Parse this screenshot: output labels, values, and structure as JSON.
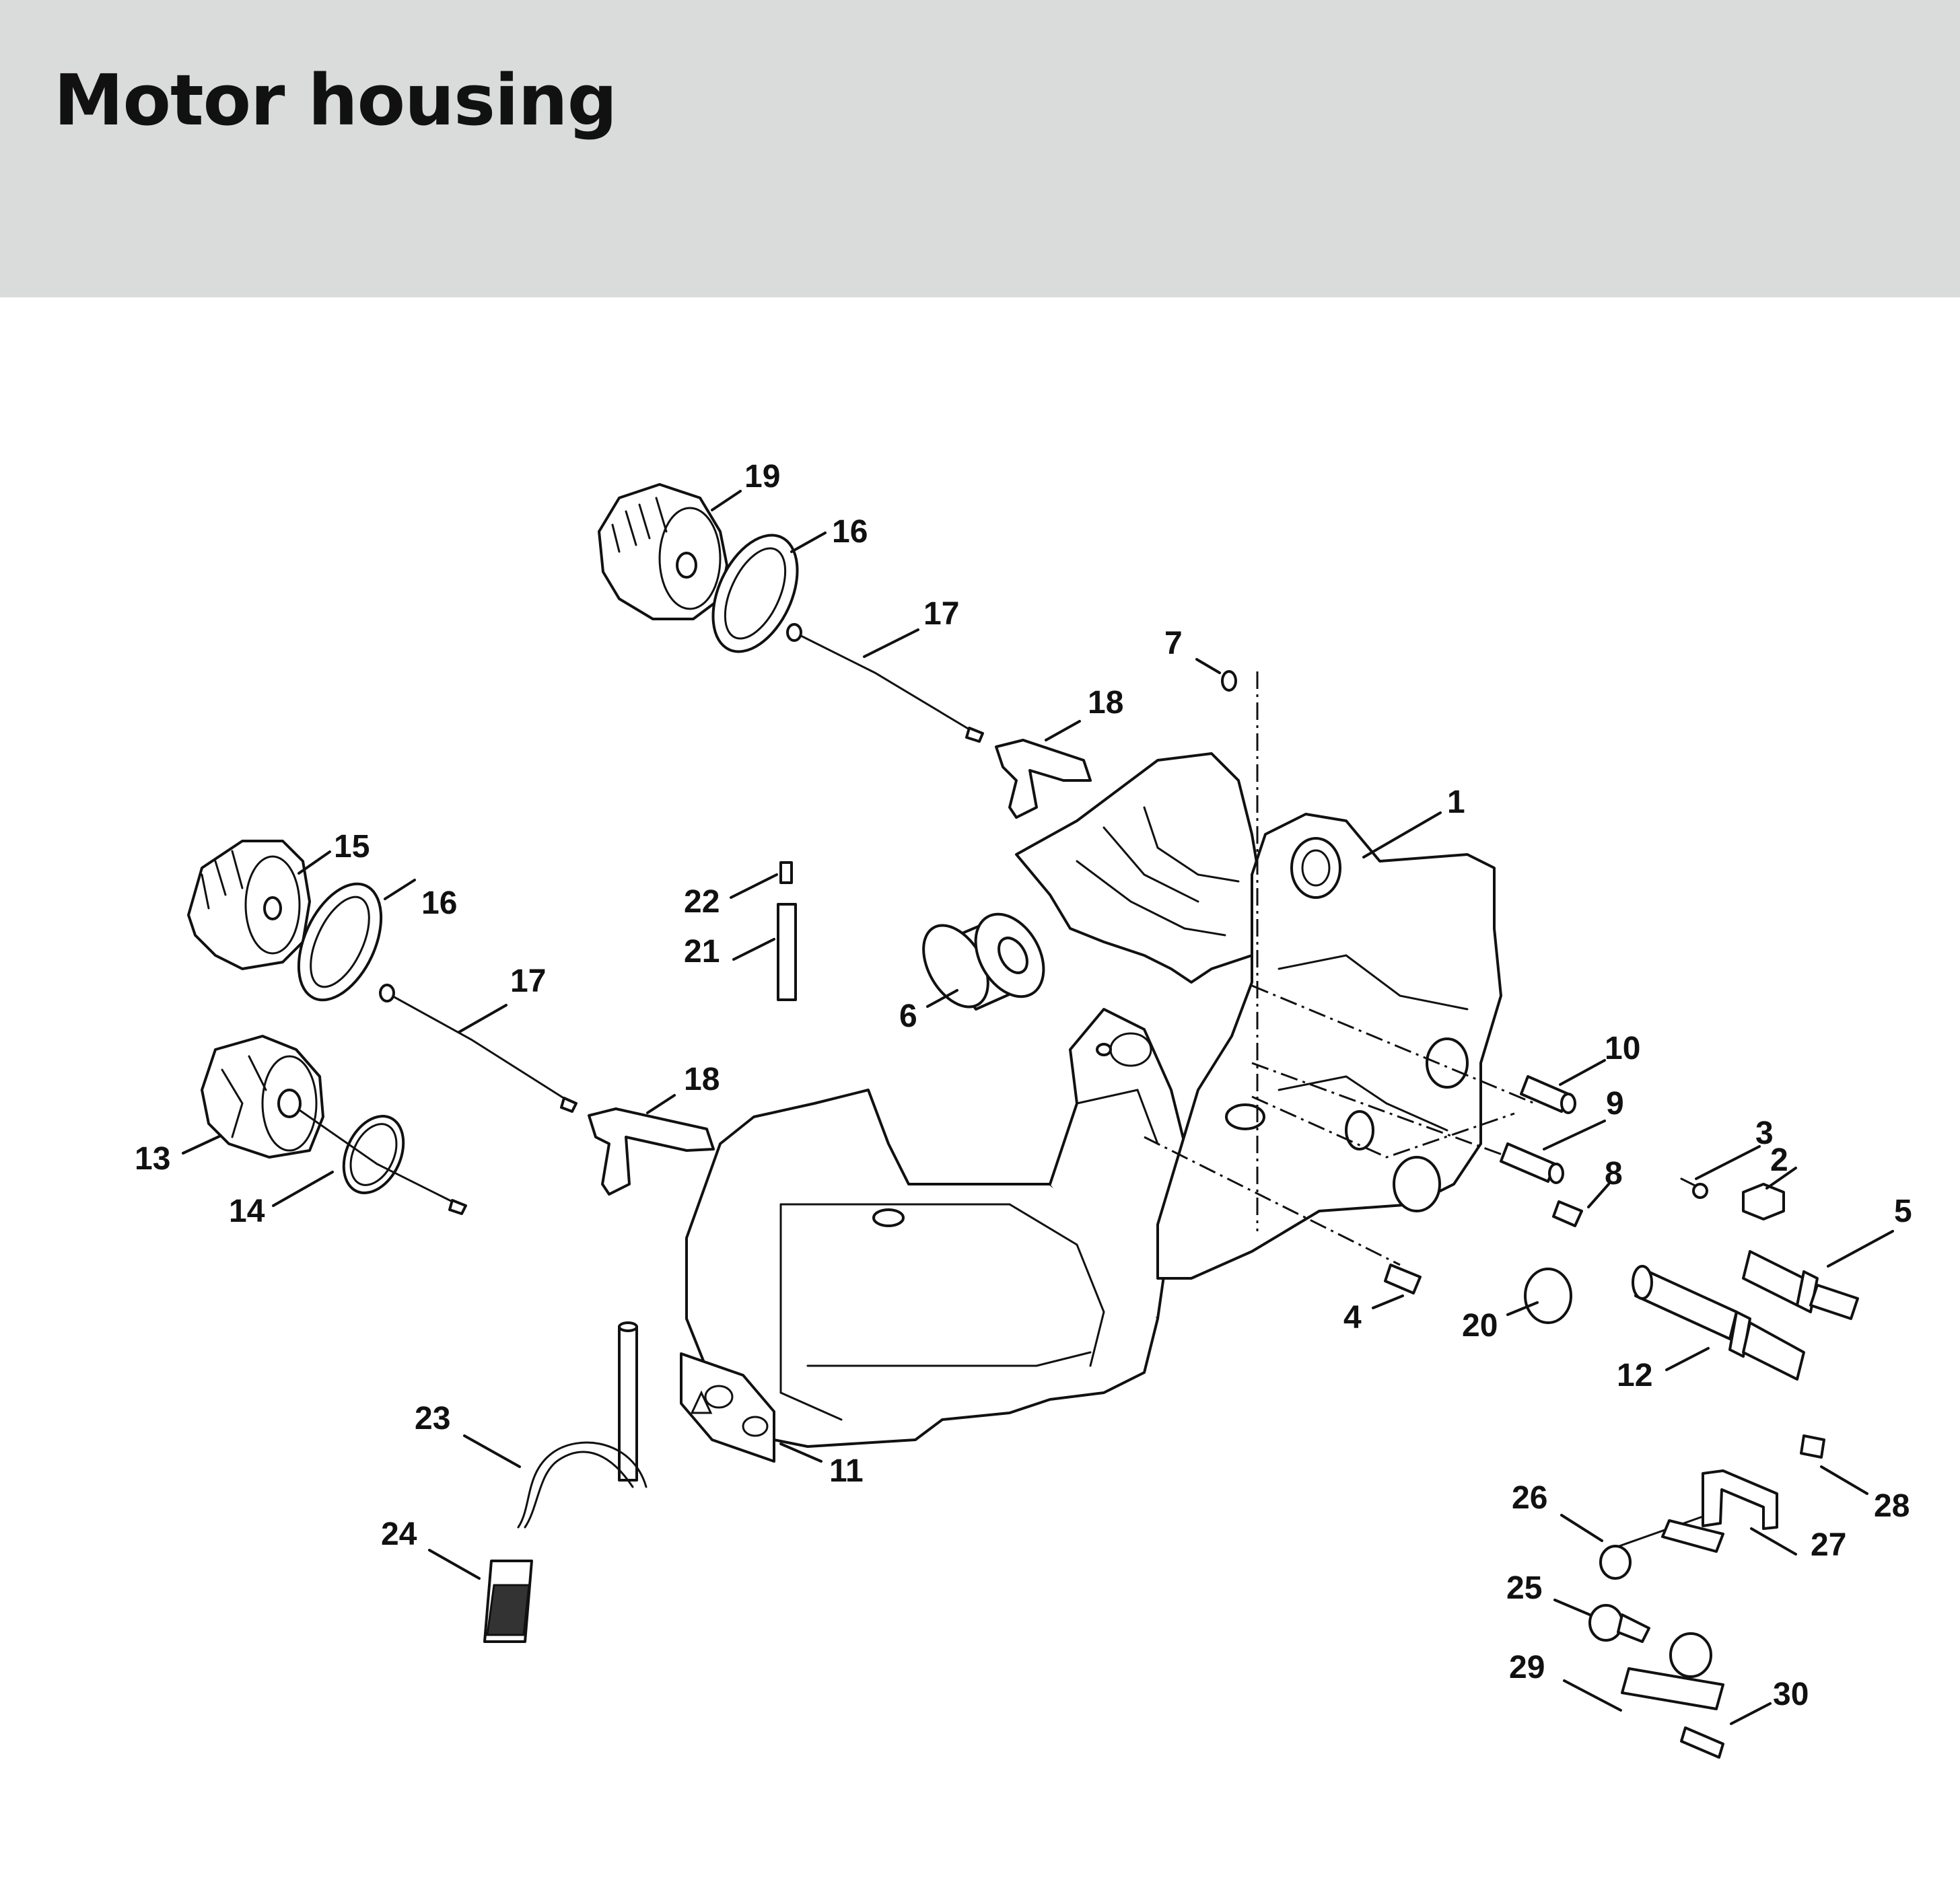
{
  "title": "Motor housing",
  "callouts": [
    {
      "id": "c1",
      "label": "1"
    },
    {
      "id": "c2",
      "label": "2"
    },
    {
      "id": "c3",
      "label": "3"
    },
    {
      "id": "c4",
      "label": "4"
    },
    {
      "id": "c5",
      "label": "5"
    },
    {
      "id": "c6",
      "label": "6"
    },
    {
      "id": "c7",
      "label": "7"
    },
    {
      "id": "c8",
      "label": "8"
    },
    {
      "id": "c9",
      "label": "9"
    },
    {
      "id": "c10",
      "label": "10"
    },
    {
      "id": "c11",
      "label": "11"
    },
    {
      "id": "c12",
      "label": "12"
    },
    {
      "id": "c13",
      "label": "13"
    },
    {
      "id": "c14",
      "label": "14"
    },
    {
      "id": "c15",
      "label": "15"
    },
    {
      "id": "c16a",
      "label": "16"
    },
    {
      "id": "c16b",
      "label": "16"
    },
    {
      "id": "c17a",
      "label": "17"
    },
    {
      "id": "c17b",
      "label": "17"
    },
    {
      "id": "c18a",
      "label": "18"
    },
    {
      "id": "c18b",
      "label": "18"
    },
    {
      "id": "c19",
      "label": "19"
    },
    {
      "id": "c20",
      "label": "20"
    },
    {
      "id": "c21",
      "label": "21"
    },
    {
      "id": "c22",
      "label": "22"
    },
    {
      "id": "c23",
      "label": "23"
    },
    {
      "id": "c24",
      "label": "24"
    },
    {
      "id": "c25",
      "label": "25"
    },
    {
      "id": "c26",
      "label": "26"
    },
    {
      "id": "c27",
      "label": "27"
    },
    {
      "id": "c28",
      "label": "28"
    },
    {
      "id": "c29",
      "label": "29"
    },
    {
      "id": "c30",
      "label": "30"
    }
  ]
}
